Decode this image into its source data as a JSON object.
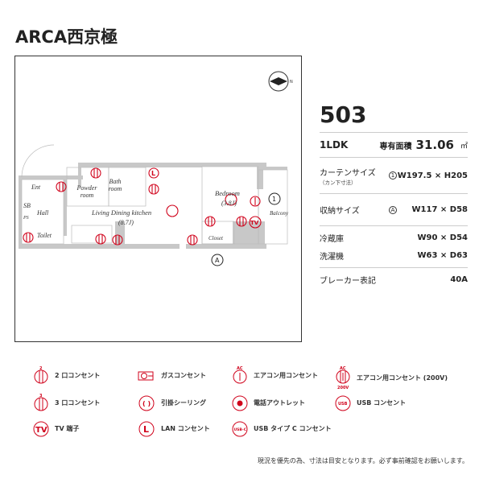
{
  "title": "ARCA西京極",
  "accent_color": "#d0021b",
  "plan": {
    "rooms": {
      "entrance": "Ent",
      "hall": "Hall",
      "shoe_box": "SB",
      "pipe_space": "PS",
      "toilet": "Toilet",
      "powder_room": "Powder room",
      "bath_room": "Bath room",
      "ldk": "Living Dining kitchen",
      "ldk_size": "(8.7J)",
      "bedroom": "Bedroom",
      "bedroom_size": "(3.8J)",
      "closet": "Closet",
      "balcony": "Balcony"
    },
    "curtain_marker": "1",
    "storage_marker": "A",
    "compass_label": "N"
  },
  "spec": {
    "unit_number": "503",
    "layout": "1LDK",
    "area_label": "専有面積",
    "area_value": "31.06",
    "area_unit": "㎡",
    "curtain_label": "カーテンサイズ",
    "curtain_sub": "（カン下寸法）",
    "curtain_marker": "1",
    "curtain_value": "W197.5 × H205",
    "storage_label": "収納サイズ",
    "storage_marker": "A",
    "storage_value": "W117 × D58",
    "fridge_label": "冷蔵庫",
    "fridge_value": "W90 × D54",
    "washer_label": "洗濯機",
    "washer_value": "W63 × D63",
    "breaker_label": "ブレーカー表記",
    "breaker_value": "40A"
  },
  "legend": [
    {
      "icon": "outlet-2-icon",
      "label": "2 口コンセント"
    },
    {
      "icon": "gas-outlet-icon",
      "label": "ガスコンセント"
    },
    {
      "icon": "ac-outlet-icon",
      "label": "エアコン用コンセント"
    },
    {
      "icon": "ac-outlet-200v-icon",
      "label": "エアコン用コンセント (200V)"
    },
    {
      "icon": "outlet-3-icon",
      "label": "3 口コンセント"
    },
    {
      "icon": "ceiling-hook-icon",
      "label": "引掛シーリング"
    },
    {
      "icon": "phone-outlet-icon",
      "label": "電話アウトレット"
    },
    {
      "icon": "usb-outlet-icon",
      "label": "USB コンセント"
    },
    {
      "icon": "tv-terminal-icon",
      "label": "TV 端子"
    },
    {
      "icon": "lan-outlet-icon",
      "label": "LAN コンセント"
    },
    {
      "icon": "usb-c-outlet-icon",
      "label": "USB タイプ C コンセント"
    }
  ],
  "note": "現況を優先の為、寸法は目安となります。必ず事前確認をお願いします。"
}
